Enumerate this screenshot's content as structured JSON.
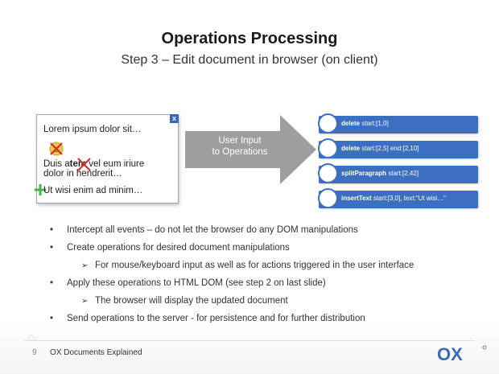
{
  "slide": {
    "title": "Operations Processing",
    "subtitle": "Step 3 – Edit document in browser (on client)"
  },
  "editor": {
    "close_label": "x",
    "line1": "Lorem ipsum dolor sit…",
    "line2_a": "Duis a",
    "line2_b": "tem",
    "line2_c": " vel eum iriure",
    "line3": "dolor in hendrerit…",
    "line4": "Ut wisi enim ad minim…"
  },
  "arrow": {
    "line1": "User Input",
    "line2": "to Operations"
  },
  "operations": [
    {
      "name": "delete",
      "args": "start:[1,0]"
    },
    {
      "name": "delete",
      "args": "start:[2,5] end:[2,10]"
    },
    {
      "name": "splitParagraph",
      "args": "start:[2,42]"
    },
    {
      "name": "insertText",
      "args": "start:[3,0], text:\"Ut wisi…\""
    }
  ],
  "bullets": {
    "b1": "Intercept all events – do not let the browser do any DOM manipulations",
    "b2": "Create operations for desired document manipulations",
    "b3": "For mouse/keyboard input as well as for actions triggered in the user interface",
    "b4": "Apply these operations to HTML DOM (see step 2 on last slide)",
    "b5": "The browser will display the updated document",
    "b6": "Send operations to the server - for persistence and for further distribution"
  },
  "footer": {
    "page_number": "9",
    "text": "OX Documents Explained",
    "logo_text": "OX"
  },
  "colors": {
    "op_blue": "#3b6fc2",
    "arrow_gray": "#9e9e9e",
    "logo_blue": "#3a6cb4"
  }
}
